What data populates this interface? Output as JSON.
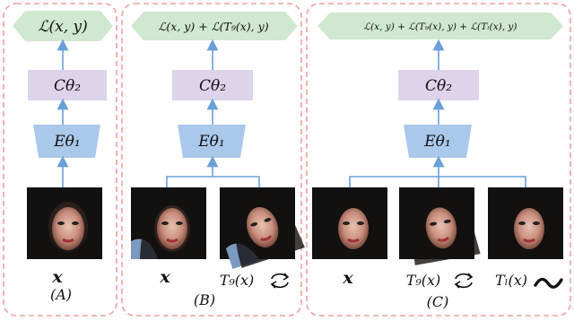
{
  "panels": [
    {
      "id": "A",
      "caption": "(A)",
      "loss": "ℒ(x, y)",
      "classifier": "Cθ₂",
      "encoder": "Eθ₁",
      "images": [
        {
          "label": "x"
        }
      ]
    },
    {
      "id": "B",
      "caption": "(B)",
      "loss": "ℒ(x, y) + ℒ(T₉(x), y)",
      "classifier": "Cθ₂",
      "encoder": "Eθ₁",
      "images": [
        {
          "label": "x"
        },
        {
          "label": "T₉(x)",
          "glyph": "rotate-icon"
        }
      ]
    },
    {
      "id": "C",
      "caption": "(C)",
      "loss": "ℒ(x, y) + ℒ(T₉(x), y) + ℒ(Tₗ(x), y)",
      "classifier": "Cθ₂",
      "encoder": "Eθ₁",
      "images": [
        {
          "label": "x"
        },
        {
          "label": "T₉(x)",
          "glyph": "rotate-icon"
        },
        {
          "label": "Tₗ(x)",
          "glyph": "tilde-icon"
        }
      ]
    }
  ],
  "colors": {
    "border": "#f0a0a0",
    "loss_fill": "#cfe8cf",
    "classifier_fill": "#ddd3ea",
    "encoder_fill": "#a9c8ea",
    "arrow": "#6aa0d8"
  }
}
